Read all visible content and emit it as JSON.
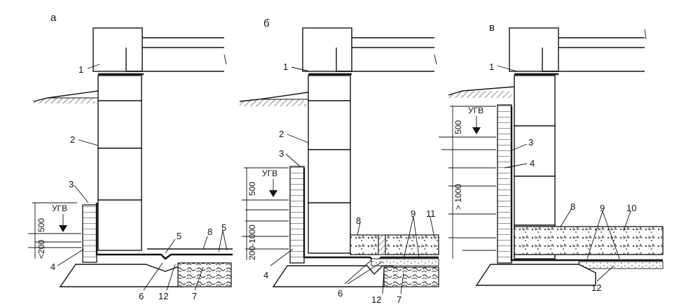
{
  "panels": [
    {
      "letter": "а",
      "water_level_label": "УГВ",
      "dims": [
        "500",
        "<200"
      ],
      "callouts": [
        "1",
        "2",
        "3",
        "4",
        "5",
        "6",
        "7",
        "8",
        "12",
        "5"
      ]
    },
    {
      "letter": "б",
      "water_level_label": "УГВ",
      "dims": [
        "500",
        "200-1000"
      ],
      "callouts": [
        "1",
        "2",
        "3",
        "4",
        "6",
        "7",
        "8",
        "9",
        "11",
        "12"
      ]
    },
    {
      "letter": "в",
      "water_level_label": "УГВ",
      "dims": [
        "500",
        "> 1000"
      ],
      "callouts": [
        "1",
        "3",
        "4",
        "8",
        "9",
        "10",
        "12"
      ]
    }
  ]
}
